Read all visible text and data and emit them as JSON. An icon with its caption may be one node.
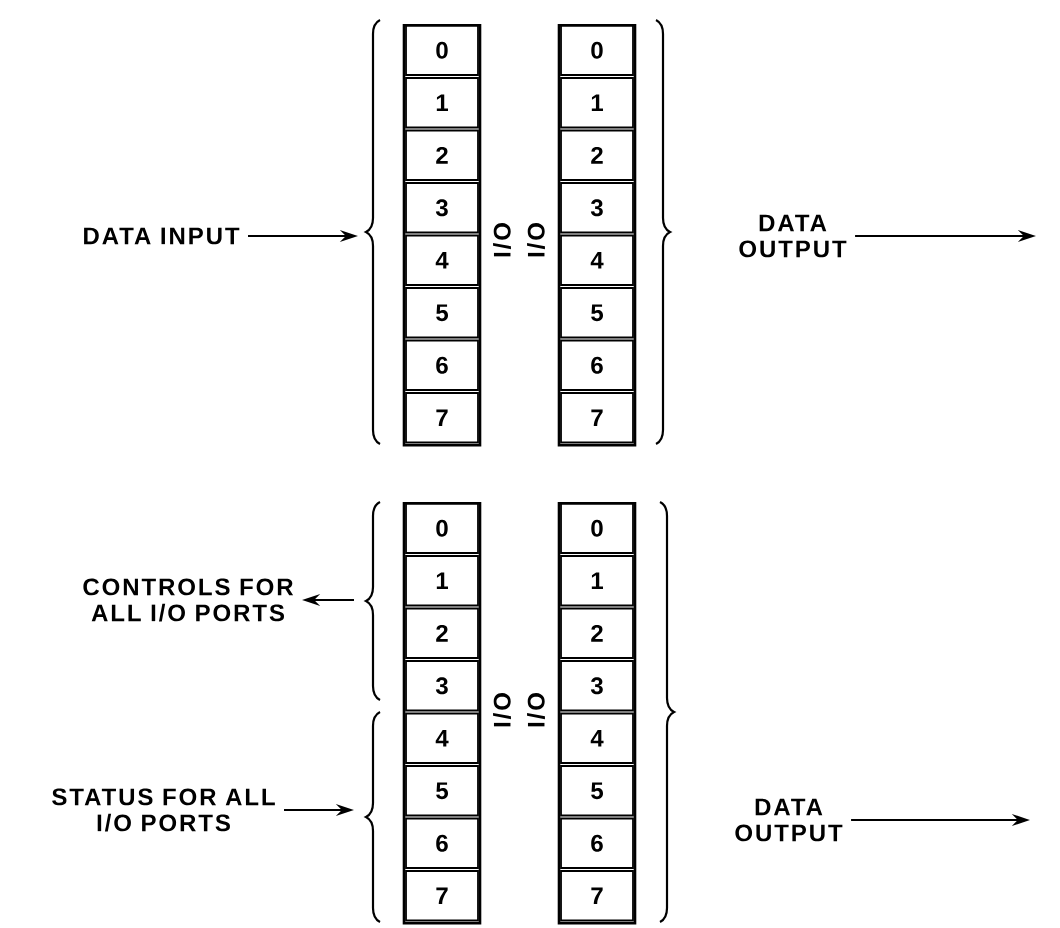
{
  "diagram": {
    "nodes": [
      {
        "text": [
          "DATA INPUT"
        ]
      },
      {
        "text": [],
        "shape": "box"
      },
      {
        "text": [
          "0"
        ],
        "in": 1
      },
      {
        "text": [
          "1"
        ],
        "in": 1
      },
      {
        "text": [
          "2"
        ],
        "in": 1
      },
      {
        "text": [
          "3"
        ],
        "in": 1
      },
      {
        "text": [
          "4"
        ],
        "in": 1
      },
      {
        "text": [
          "5"
        ],
        "in": 1
      },
      {
        "text": [
          "6"
        ],
        "in": 1
      },
      {
        "text": [
          "7"
        ],
        "in": 1
      },
      {
        "text": [],
        "shape": "box"
      },
      {
        "text": [
          "0"
        ],
        "in": 10
      },
      {
        "text": [
          "1"
        ],
        "in": 10
      },
      {
        "text": [
          "2"
        ],
        "in": 10
      },
      {
        "text": [
          "3"
        ],
        "in": 10
      },
      {
        "text": [
          "4"
        ],
        "in": 10
      },
      {
        "text": [
          "5"
        ],
        "in": 10
      },
      {
        "text": [
          "6"
        ],
        "in": 10
      },
      {
        "text": [
          "7"
        ],
        "in": 10
      },
      {
        "text": [
          "DATA OUTPUT"
        ]
      },
      {
        "text": [
          "CONTROLS FOR ALL I/O PORTS"
        ]
      },
      {
        "text": [
          "STATUS FOR ALL I/O PORTS"
        ]
      },
      {
        "text": [],
        "shape": "box"
      },
      {
        "text": [
          "0"
        ],
        "in": 22
      },
      {
        "text": [
          "1"
        ],
        "in": 22
      },
      {
        "text": [
          "2"
        ],
        "in": 22
      },
      {
        "text": [
          "3"
        ],
        "in": 22
      },
      {
        "text": [
          "4"
        ],
        "in": 22
      },
      {
        "text": [
          "5"
        ],
        "in": 22
      },
      {
        "text": [
          "6"
        ],
        "in": 22
      },
      {
        "text": [
          "7"
        ],
        "in": 22
      },
      {
        "text": [],
        "shape": "box"
      },
      {
        "text": [
          "0"
        ],
        "in": 31
      },
      {
        "text": [
          "1"
        ],
        "in": 31
      },
      {
        "text": [
          "2"
        ],
        "in": 31
      },
      {
        "text": [
          "3"
        ],
        "in": 31
      },
      {
        "text": [
          "4"
        ],
        "in": 31
      },
      {
        "text": [
          "5"
        ],
        "in": 31
      },
      {
        "text": [
          "6"
        ],
        "in": 31
      },
      {
        "text": [
          "7"
        ],
        "in": 31
      },
      {
        "text": [
          "DATA OUTPUT"
        ]
      }
    ],
    "edges": [
      {
        "from": 0,
        "to": null,
        "arrow": "to"
      },
      {
        "from": 19,
        "to": null,
        "arrow": "to"
      },
      {
        "from": null,
        "to": 20,
        "arrow": "to"
      },
      {
        "from": 21,
        "to": null,
        "arrow": "to"
      },
      {
        "from": 40,
        "to": null,
        "arrow": "to"
      }
    ],
    "labels": [
      "I/O",
      "I/O",
      "I/O",
      "I/O"
    ]
  }
}
